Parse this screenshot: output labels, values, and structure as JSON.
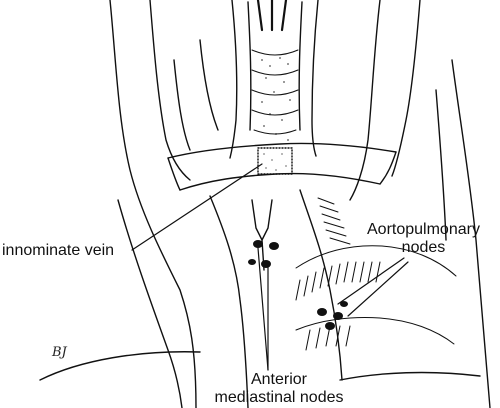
{
  "labels": {
    "innominate_vein": "innominate vein",
    "aortopulmonary_line1": "Aortopulmonary",
    "aortopulmonary_line2": "nodes",
    "anterior_line1": "Anterior",
    "anterior_line2": "mediastinal nodes"
  },
  "signature": "BJ",
  "colors": {
    "ink": "#111111",
    "background": "#ffffff"
  }
}
